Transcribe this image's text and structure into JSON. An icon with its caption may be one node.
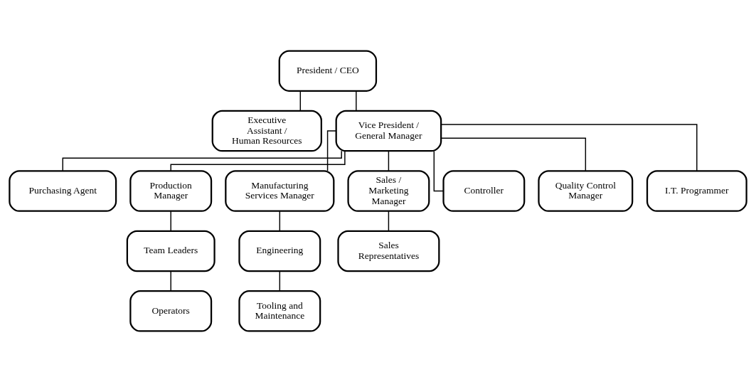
{
  "diagram": {
    "nodes": [
      {
        "text": [
          "President / CEO"
        ]
      },
      {
        "text": [
          "Executive Assistant / Human Resources"
        ]
      },
      {
        "text": [
          "Vice President / General Manager"
        ]
      },
      {
        "text": [
          "Purchasing Agent"
        ]
      },
      {
        "text": [
          "Production Manager"
        ]
      },
      {
        "text": [
          "Manufacturing Services Manager"
        ]
      },
      {
        "text": [
          "Sales / Marketing Manager"
        ]
      },
      {
        "text": [
          "Controller"
        ]
      },
      {
        "text": [
          "Quality Control Manager"
        ]
      },
      {
        "text": [
          "I.T. Programmer"
        ]
      },
      {
        "text": [
          "Team Leaders"
        ]
      },
      {
        "text": [
          "Operators"
        ]
      },
      {
        "text": [
          "Engineering"
        ]
      },
      {
        "text": [
          "Tooling and Maintenance"
        ]
      },
      {
        "text": [
          "Sales Representatives"
        ]
      }
    ],
    "edges": [
      {
        "from": 0,
        "to": 1,
        "arrow": "none"
      },
      {
        "from": 0,
        "to": 2,
        "arrow": "none"
      },
      {
        "from": 2,
        "to": 3,
        "arrow": "none"
      },
      {
        "from": 2,
        "to": 4,
        "arrow": "none"
      },
      {
        "from": 2,
        "to": 5,
        "arrow": "none"
      },
      {
        "from": 2,
        "to": 6,
        "arrow": "none"
      },
      {
        "from": 2,
        "to": 7,
        "arrow": "none"
      },
      {
        "from": 2,
        "to": 8,
        "arrow": "none"
      },
      {
        "from": 2,
        "to": 9,
        "arrow": "none"
      },
      {
        "from": 4,
        "to": 10,
        "arrow": "none"
      },
      {
        "from": 10,
        "to": 11,
        "arrow": "none"
      },
      {
        "from": 5,
        "to": 12,
        "arrow": "none"
      },
      {
        "from": 12,
        "to": 13,
        "arrow": "none"
      },
      {
        "from": 6,
        "to": 14,
        "arrow": "none"
      }
    ]
  }
}
